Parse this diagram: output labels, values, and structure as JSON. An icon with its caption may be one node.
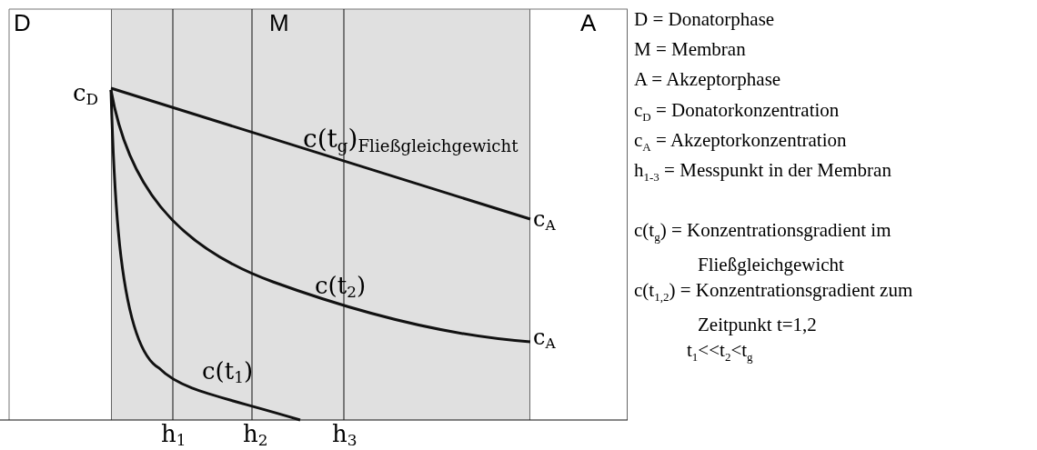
{
  "diagram": {
    "nodes": [
      {
        "text": [
          "D"
        ]
      },
      {
        "text": [
          "M"
        ]
      },
      {
        "text": [
          "A"
        ]
      }
    ],
    "labels": [
      "c$_{D}$",
      "c(t$_{g}$)$_{Fließgleichgewicht}$",
      "c$_{A}$",
      "c(t$_{2}$)",
      "c$_{A}$",
      "c(t$_{1}$)",
      "h$_{1}$",
      "h$_{2}$",
      "h$_{3}$",
      "D = Donatorphase",
      "M = Membran",
      "A = Akzeptorphase",
      "c$_{D}$ = Donatorkonzentration",
      "c$_{A}$ = Akzeptorkonzentration",
      "h$_{1-3}$ = Messpunkt in der Membran",
      "c(t$_{g}$) = Konzentrationsgradient im Fließgleichgewicht",
      "c(t$_{1,2}$) = Konzentrationsgradient zum Zeitpunkt t=1,2",
      "t$_{1}$<<t$_{2}$<t$_{g}$"
    ]
  }
}
